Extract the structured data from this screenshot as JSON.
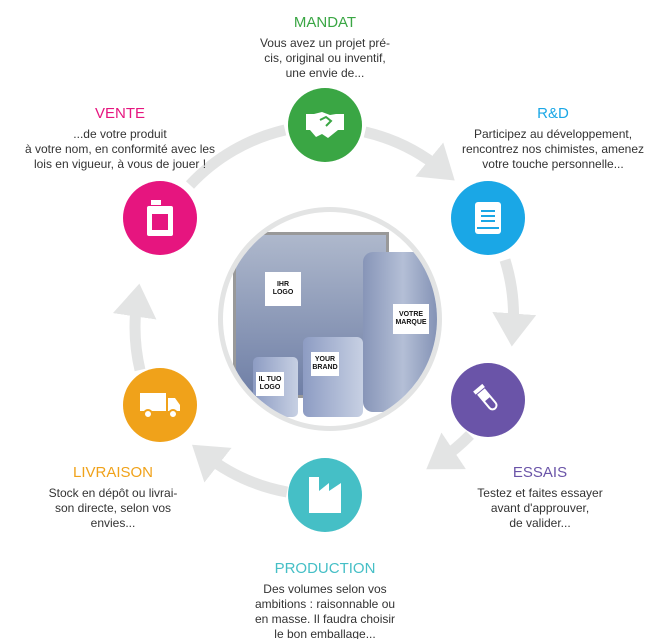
{
  "steps": {
    "mandat": {
      "title": "MANDAT",
      "desc": "Vous avez un projet pré-\ncis, original ou inventif,\nune envie de...",
      "color": "#3aa644",
      "icon": "handshake-icon"
    },
    "rd": {
      "title": "R&D",
      "desc": "Participez au développement,\nrencontrez nos chimistes, amenez\nvotre touche personnelle...",
      "color": "#1aa7e6",
      "icon": "book-icon"
    },
    "essais": {
      "title": "ESSAIS",
      "desc": "Testez et faites essayer\navant d'approuver,\nde valider...",
      "color": "#6a54a8",
      "icon": "test-tube-icon"
    },
    "production": {
      "title": "PRODUCTION",
      "desc": "Des volumes selon vos\nambitions : raisonnable ou\nen masse. Il faudra choisir\nle bon emballage...",
      "color": "#45bfc6",
      "icon": "factory-icon"
    },
    "livraison": {
      "title": "LIVRAISON",
      "desc": "Stock en dépôt ou livrai-\nson directe, selon vos\nenvies...",
      "color": "#f0a21a",
      "icon": "truck-icon"
    },
    "vente": {
      "title": "VENTE",
      "desc": "...de votre produit\nà votre nom, en conformité avec les\nlois en vigueur, à vous de jouer !",
      "color": "#e6157f",
      "icon": "canister-icon"
    }
  },
  "photo_labels": {
    "ihr": "IHR\nLOGO",
    "votre": "VOTRE\nMARQUE",
    "your": "YOUR\nBRAND",
    "iltuo": "IL TUO\nLOGO"
  }
}
